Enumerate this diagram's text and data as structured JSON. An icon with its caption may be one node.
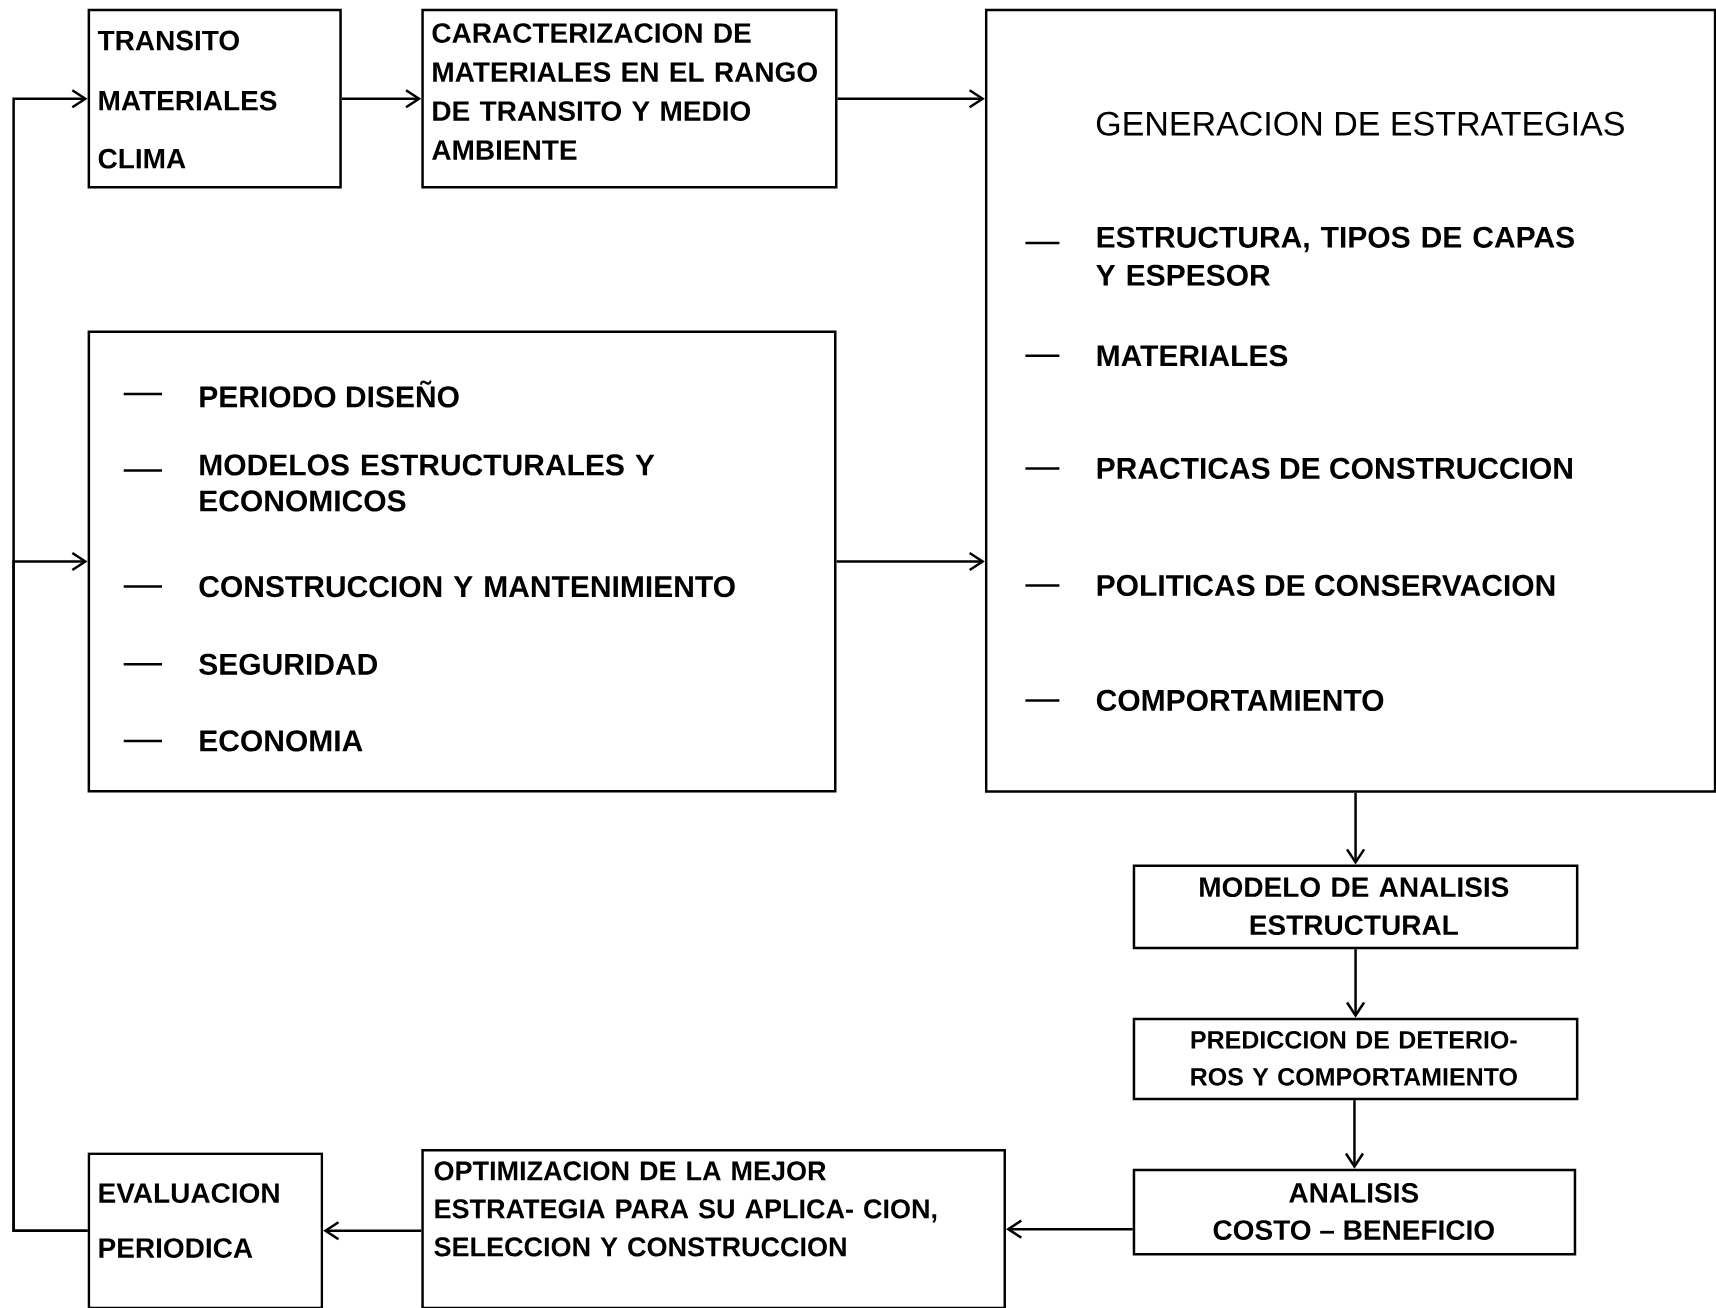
{
  "diagram": {
    "nodes": [
      {
        "text": [
          "TRANSITO",
          "MATERIALES",
          "CLIMA"
        ]
      },
      {
        "text": [
          "CARACTERIZACION DE MATERIALES EN EL RANGO DE TRANSITO Y MEDIO AMBIENTE"
        ]
      },
      {
        "text": [
          "GENERACION DE ESTRATEGIAS",
          "ESTRUCTURA, TIPOS DE CAPAS Y ESPESOR",
          "MATERIALES",
          "PRACTICAS DE CONSTRUCCION",
          "POLITICAS DE CONSERVACION",
          "COMPORTAMIENTO"
        ]
      },
      {
        "text": [
          "PERIODO DISEÑO",
          "MODELOS ESTRUCTURALES Y ECONOMICOS",
          "CONSTRUCCION Y MANTENIMIENTO",
          "SEGURIDAD",
          "ECONOMIA"
        ]
      },
      {
        "text": [
          "MODELO DE ANALISIS ESTRUCTURAL"
        ]
      },
      {
        "text": [
          "PREDICCION DE DETERIO- ROS Y COMPORTAMIENTO"
        ]
      },
      {
        "text": [
          "ANALISIS",
          "COSTO – BENEFICIO"
        ]
      },
      {
        "text": [
          "OPTIMIZACION DE LA MEJOR ESTRATEGIA PARA SU APLICA- CION, SELECCION Y CONSTRUCCION"
        ]
      },
      {
        "text": [
          "EVALUACION PERIODICA"
        ]
      }
    ],
    "edges": [
      {
        "from": 0,
        "to": 1,
        "arrow": "to"
      },
      {
        "from": 1,
        "to": 2,
        "arrow": "to"
      },
      {
        "from": 3,
        "to": 2,
        "arrow": "to"
      },
      {
        "from": 2,
        "to": 4,
        "arrow": "to"
      },
      {
        "from": 4,
        "to": 5,
        "arrow": "to"
      },
      {
        "from": 5,
        "to": 6,
        "arrow": "to"
      },
      {
        "from": 6,
        "to": 7,
        "arrow": "to"
      },
      {
        "from": 7,
        "to": 8,
        "arrow": "to"
      },
      {
        "from": 8,
        "to": 0,
        "arrow": "to"
      },
      {
        "from": 8,
        "to": 3,
        "arrow": "to"
      }
    ]
  }
}
